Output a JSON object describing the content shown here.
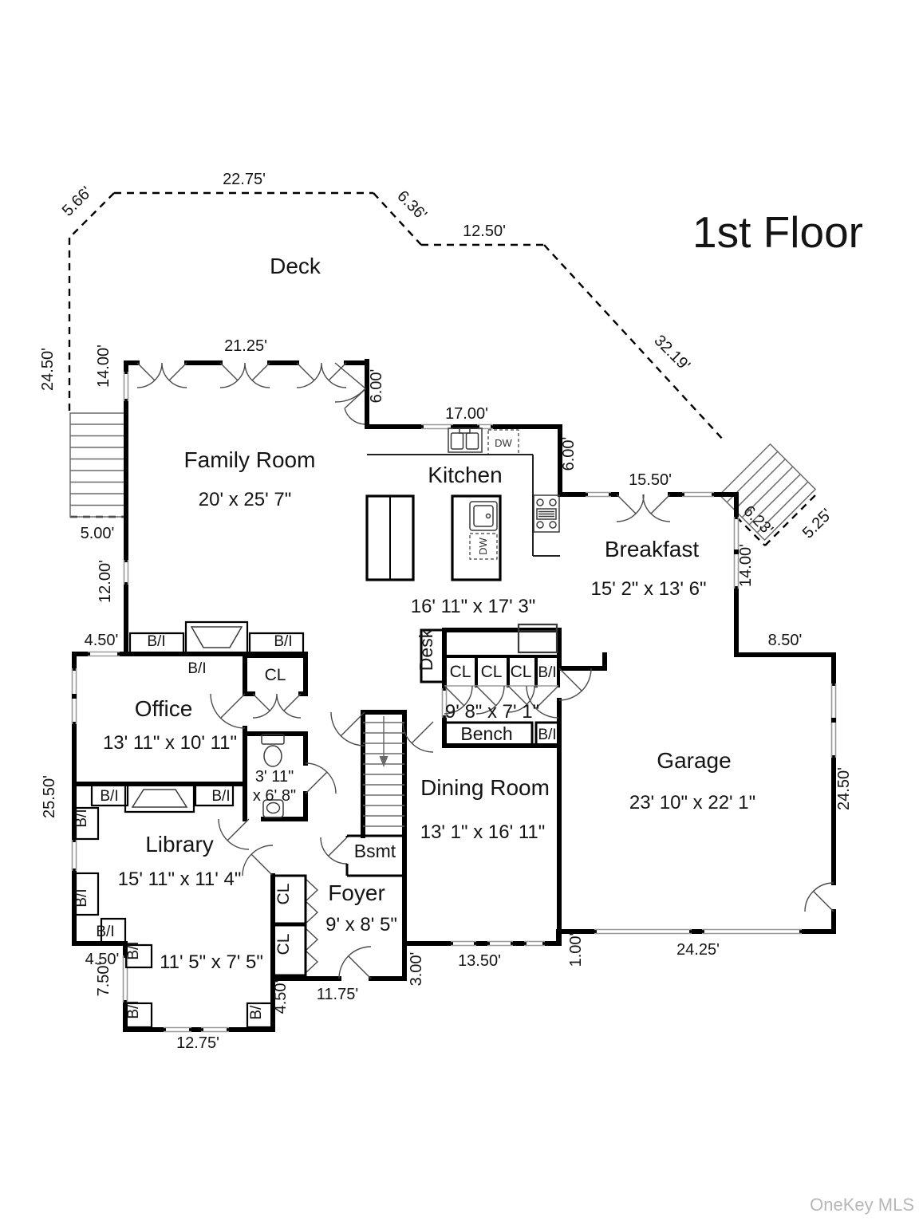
{
  "page": {
    "title": "1st Floor",
    "watermark": "OneKey MLS"
  },
  "rooms": {
    "deck": {
      "name": "Deck"
    },
    "family": {
      "name": "Family Room",
      "dims": "20' x 25' 7\""
    },
    "kitchen": {
      "name": "Kitchen",
      "dims": "16' 11\" x 17' 3\""
    },
    "breakfast": {
      "name": "Breakfast",
      "dims": "15' 2\" x 13' 6\""
    },
    "office": {
      "name": "Office",
      "dims": "13' 11\" x 10' 11\""
    },
    "bath": {
      "dims_line1": "3' 11\"",
      "dims_line2": "x 6' 8\""
    },
    "library": {
      "name": "Library",
      "dims": "15' 11\" x 11' 4\""
    },
    "sitting": {
      "dims": "11' 5\" x 7' 5\""
    },
    "dining": {
      "name": "Dining Room",
      "dims": "13' 1\" x 16' 11\""
    },
    "foyer": {
      "name": "Foyer",
      "dims": "9' x 8' 5\""
    },
    "garage": {
      "name": "Garage",
      "dims": "23' 10\" x 22' 1\""
    },
    "hall": {
      "dims": "9' 8\" x 7' 1\""
    },
    "bsmt": {
      "name": "Bsmt"
    },
    "bench": {
      "name": "Bench"
    },
    "desk": {
      "name": "Desk"
    }
  },
  "fixtures": {
    "dw": "DW",
    "cl": "CL",
    "bi": "B/I"
  },
  "dims": {
    "deck_top": "22.75'",
    "deck_tl_diag": "5.66'",
    "deck_tr_diag": "6.36'",
    "deck_right_h": "12.50'",
    "deck_long_diag": "32.19'",
    "deck_left": "24.50'",
    "family_left_top": "14.00'",
    "family_top": "21.25'",
    "family_right": "6.00'",
    "deck_stairs_w": "5.00'",
    "family_left_mid": "12.00'",
    "office_tl": "4.50'",
    "kitchen_top": "17.00'",
    "kitchen_right": "6.00'",
    "breakfast_top": "15.50'",
    "deck_stair_a": "6.23'",
    "deck_stair_b": "5.25'",
    "breakfast_right": "14.00'",
    "garage_top": "8.50'",
    "garage_right": "24.50'",
    "garage_bottom": "24.25'",
    "garage_jog": "1.00'",
    "left_wall": "25.50'",
    "dining_bottom": "13.50'",
    "dining_step": "3.00'",
    "foyer_bottom": "11.75'",
    "foyer_side": "4.50'",
    "sitting_bottom": "12.75'",
    "sitting_left": "7.50'",
    "sitting_jog": "4.50'"
  }
}
